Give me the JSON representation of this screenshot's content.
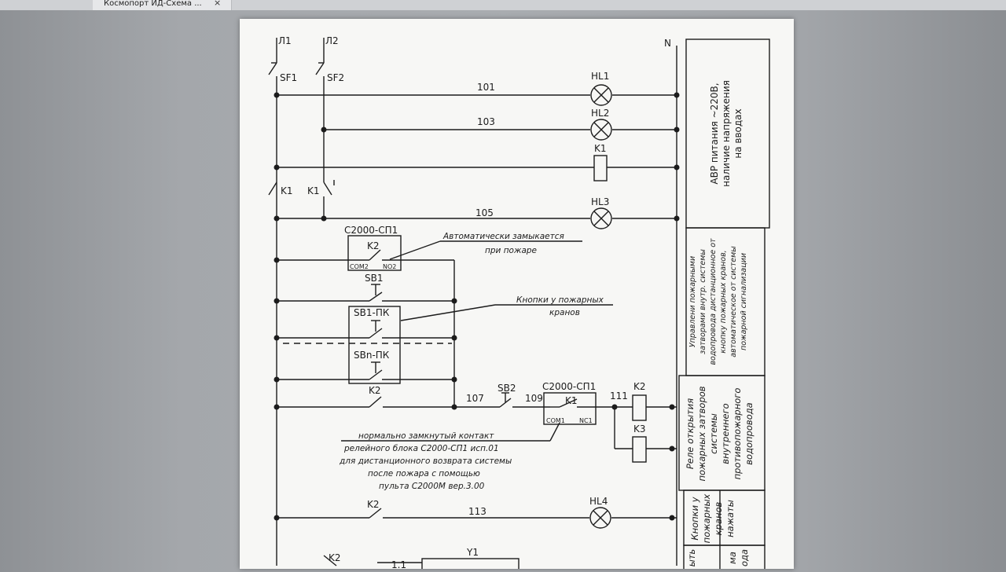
{
  "tab": {
    "title": "Космопорт ИД-Схема ...",
    "close": "×"
  },
  "schematic": {
    "buses": {
      "l1": "Л1",
      "l2": "Л2",
      "n": "N"
    },
    "breakers": {
      "sf1": "SF1",
      "sf2": "SF2"
    },
    "wires": {
      "w101": "101",
      "w103": "103",
      "w105": "105",
      "w107": "107",
      "w109": "109",
      "w111": "111",
      "w113": "113"
    },
    "lamps": {
      "hl1": "HL1",
      "hl2": "HL2",
      "hl3": "HL3",
      "hl4": "HL4"
    },
    "coils": {
      "k1": "K1",
      "k2": "K2",
      "k3": "K3",
      "y1": "Y1"
    },
    "contacts": {
      "k1a": "K1",
      "k1b": "K1",
      "k2_relay": "K2",
      "k2_lower": "K2",
      "k2_hl4": "K2",
      "k2_bottom": "K2",
      "k1_relay": "K1"
    },
    "relay_block_top": {
      "title": "С2000-СП1",
      "com": "COM2",
      "no": "NO2"
    },
    "relay_block_bottom": {
      "title": "С2000-СП1",
      "com": "COM1",
      "nc": "NC1"
    },
    "buttons": {
      "sb1": "SB1",
      "sb1_pk": "SB1-ПК",
      "sbn_pk": "SBn-ПК",
      "sb2": "SB2"
    },
    "annotations": {
      "auto_close_1": "Автоматически замыкается",
      "auto_close_2": "при пожаре",
      "fire_buttons_1": "Кнопки у пожарных",
      "fire_buttons_2": "кранов",
      "nc_contact": [
        "нормально замкнутый контакт",
        "релейного блока С2000-СП1 исп.01",
        "для дистанционного возврата системы",
        "после пожара с помощью",
        "пульта С2000М вер.3.00"
      ],
      "bottom_fragment": "1.1"
    },
    "sidebar": {
      "avr": [
        "АВР питания ~220В,",
        "наличие напряжения",
        "на вводах"
      ],
      "control": [
        "Управлени пожарными",
        "затворами внутр. системы",
        "водопровода дистанционное от",
        "кнопку пожарных кранов,",
        "автоматическое от системы",
        "пожарной сигнализации"
      ],
      "relay": [
        "Реле открытия",
        "пожарных затворов",
        "системы",
        "внутреннего",
        "противопожарного",
        "водопровода"
      ],
      "buttons": [
        "Кнопки у",
        "пожарных",
        "кранов",
        "нажаты"
      ],
      "cut1": "ыть",
      "cut2": [
        "ма",
        "ода"
      ]
    }
  }
}
